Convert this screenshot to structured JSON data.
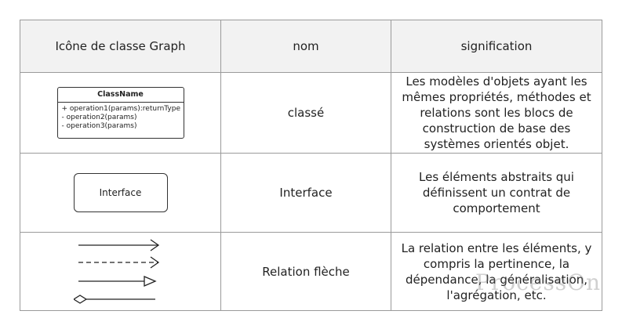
{
  "headers": [
    "Icône de classe Graph",
    "nom",
    "signification"
  ],
  "rows": [
    {
      "icon": {
        "class_name": "ClassName",
        "operations": [
          "+ operation1(params):returnType",
          "- operation2(params)",
          "- operation3(params)"
        ]
      },
      "name": "classé",
      "meaning": "Les modèles d'objets ayant les mêmes propriétés, méthodes et relations sont les blocs de construction de base des systèmes orientés objet."
    },
    {
      "icon": {
        "label": "Interface"
      },
      "name": "Interface",
      "meaning": "Les éléments abstraits qui définissent un contrat de comportement"
    },
    {
      "icon": {
        "arrows": [
          "solid-arrow-icon",
          "dashed-arrow-icon",
          "hollow-triangle-arrow-icon",
          "diamond-line-icon"
        ]
      },
      "name": "Relation flèche",
      "meaning": "La relation entre les éléments, y compris la pertinence, la dépendance, la généralisation, l'agrégation, etc."
    }
  ],
  "watermark": "ProcessOn"
}
